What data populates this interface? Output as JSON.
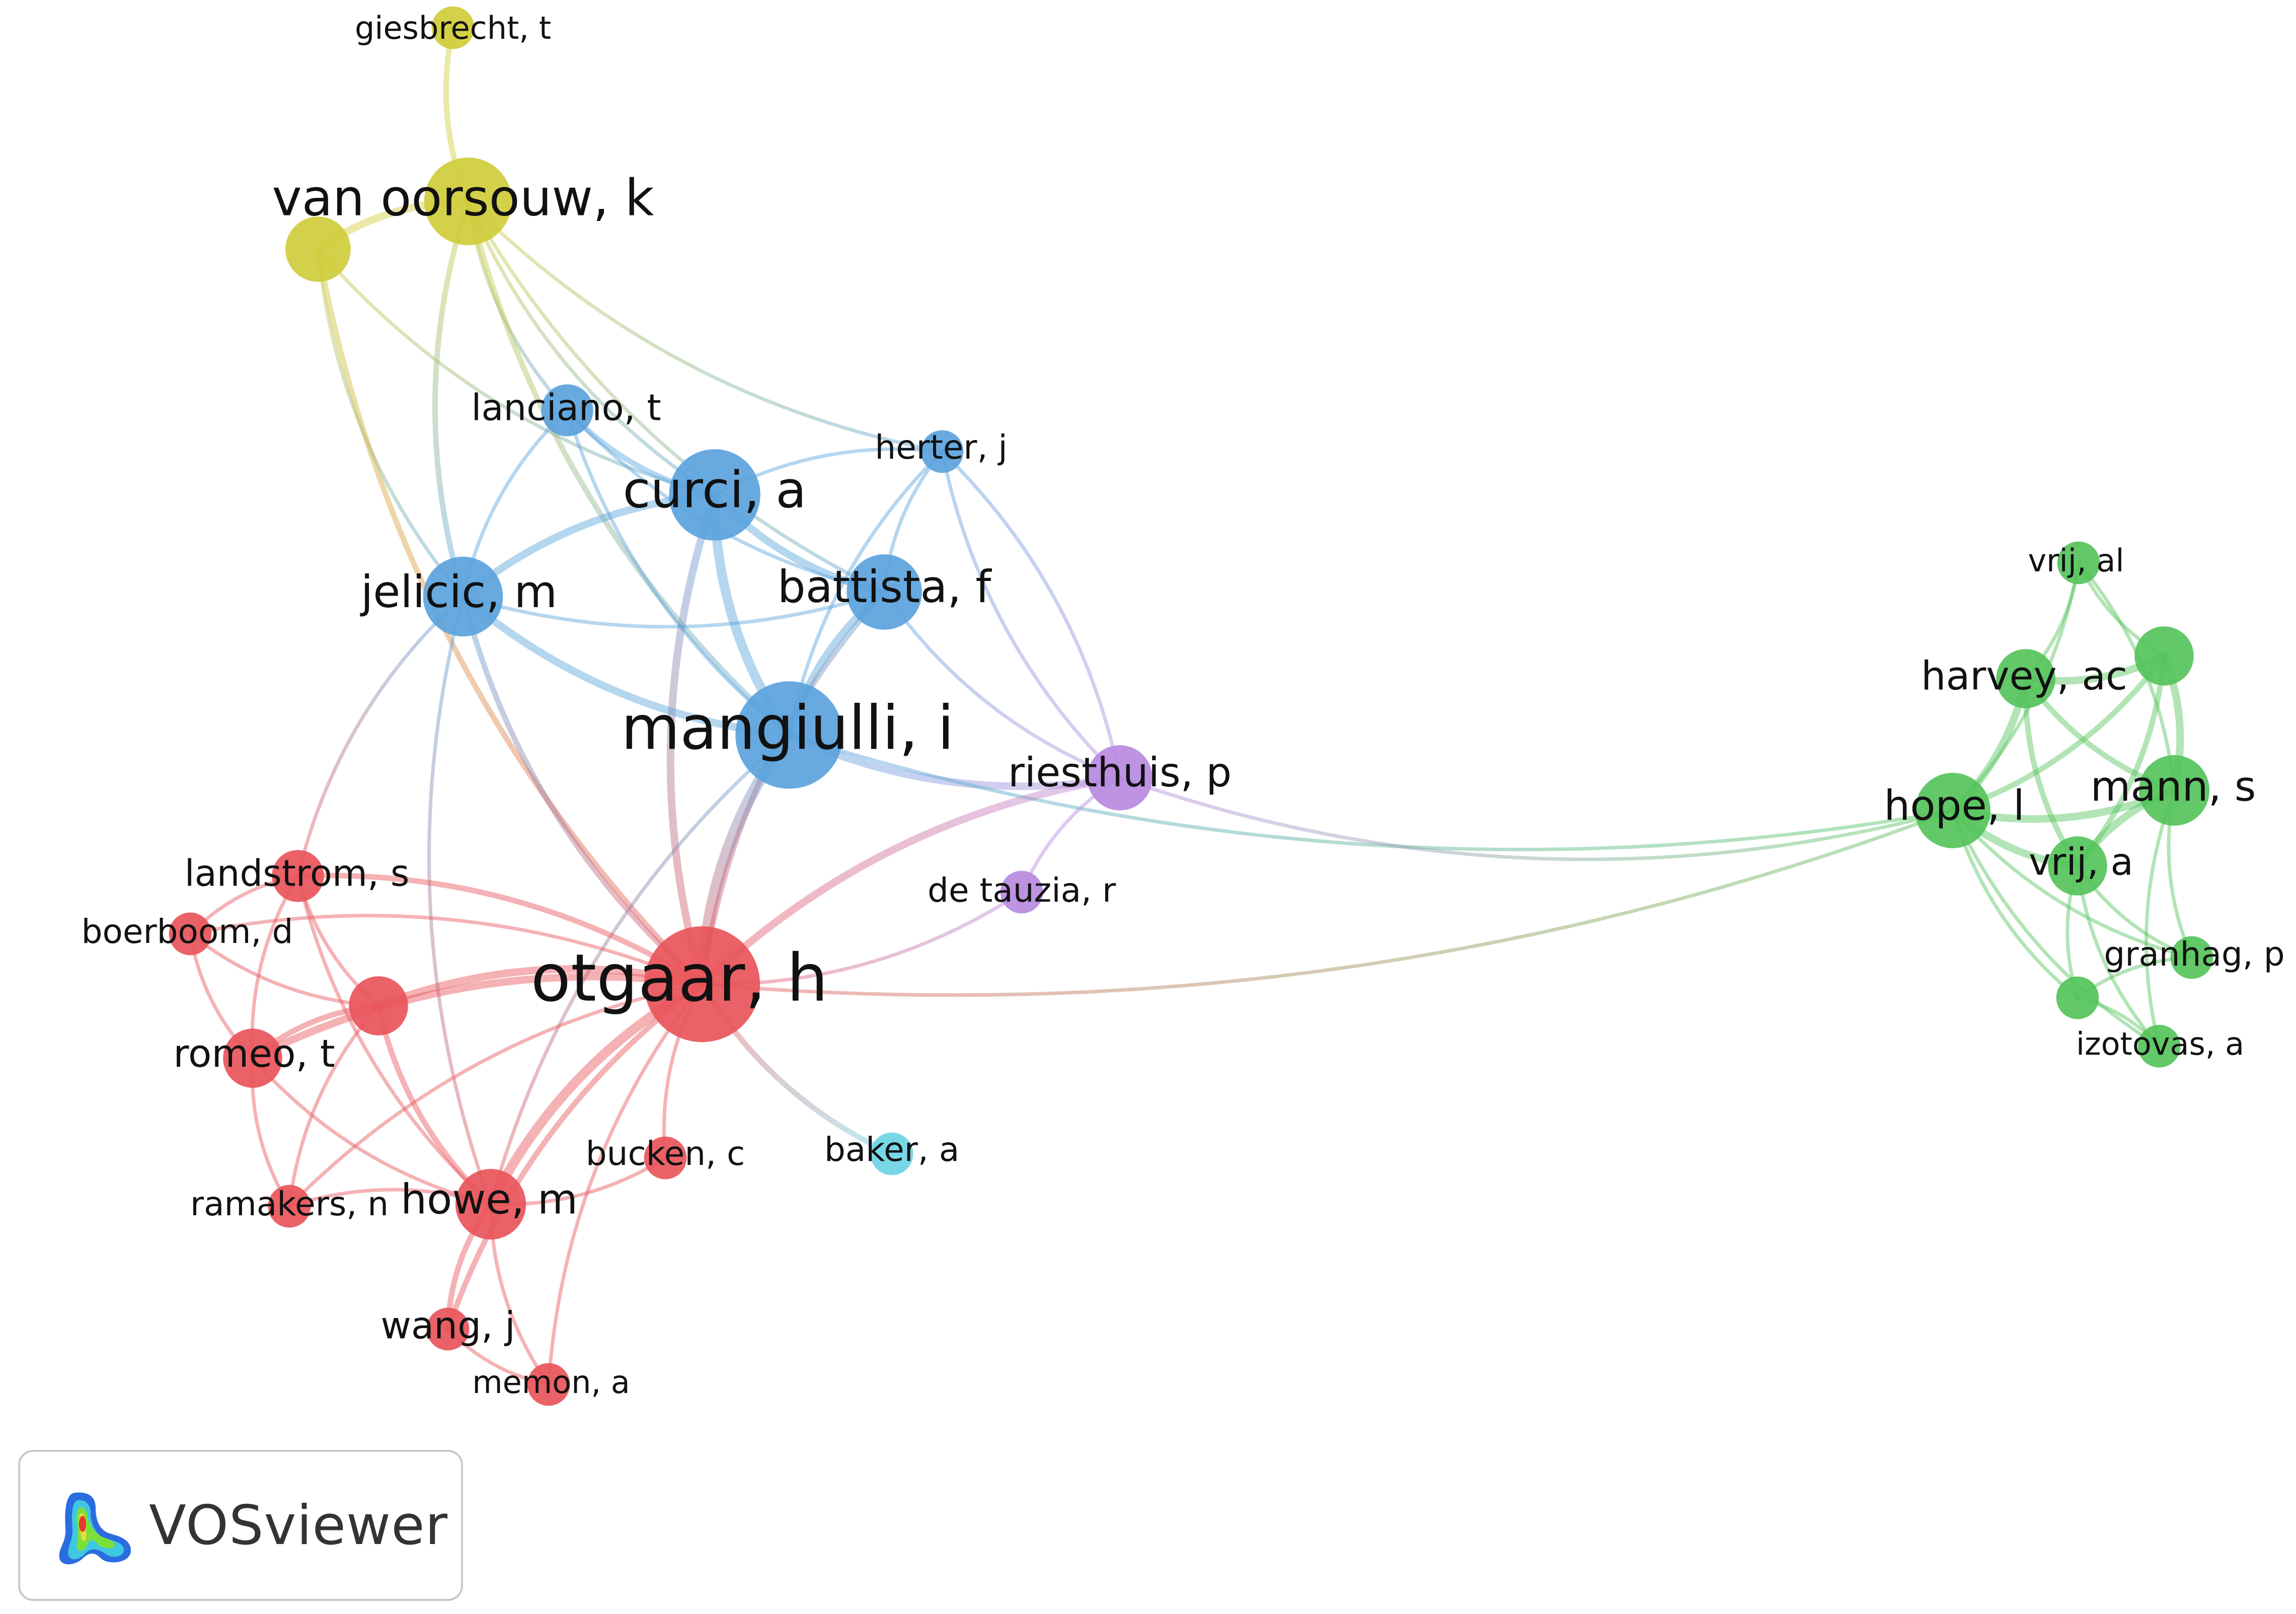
{
  "software_logo": {
    "text": "VOSviewer"
  },
  "cluster_colors": {
    "red": "#e8555a",
    "blue": "#5ba3dc",
    "yellow": "#cfcc39",
    "green": "#55c35b",
    "purple": "#b88ae0",
    "cyan": "#6cd4e4"
  },
  "nodes": [
    {
      "id": "giesbrecht",
      "label": "giesbrecht, t",
      "cluster": "yellow",
      "weight": 1
    },
    {
      "id": "van_oorsouw",
      "label": "van oorsouw, k",
      "cluster": "yellow",
      "weight": 9
    },
    {
      "id": "yellow_unlabeled",
      "label": "",
      "cluster": "yellow",
      "weight": 4
    },
    {
      "id": "lanciano",
      "label": "lanciano, t",
      "cluster": "blue",
      "weight": 2
    },
    {
      "id": "herter",
      "label": "herter, j",
      "cluster": "blue",
      "weight": 1
    },
    {
      "id": "curci",
      "label": "curci, a",
      "cluster": "blue",
      "weight": 10
    },
    {
      "id": "jelicic",
      "label": "jelicic, m",
      "cluster": "blue",
      "weight": 7
    },
    {
      "id": "battista",
      "label": "battista, f",
      "cluster": "blue",
      "weight": 6
    },
    {
      "id": "mangiulli",
      "label": "mangiulli, i",
      "cluster": "blue",
      "weight": 15
    },
    {
      "id": "riesthuis",
      "label": "riesthuis, p",
      "cluster": "purple",
      "weight": 4
    },
    {
      "id": "de_tauzia",
      "label": "de tauzia, r",
      "cluster": "purple",
      "weight": 1
    },
    {
      "id": "otgaar",
      "label": "otgaar, h",
      "cluster": "red",
      "weight": 18
    },
    {
      "id": "landstrom",
      "label": "landstrom, s",
      "cluster": "red",
      "weight": 2
    },
    {
      "id": "boerboom",
      "label": "boerboom, d",
      "cluster": "red",
      "weight": 1
    },
    {
      "id": "red_unlabeled",
      "label": "",
      "cluster": "red",
      "weight": 3
    },
    {
      "id": "romeo",
      "label": "romeo, t",
      "cluster": "red",
      "weight": 3
    },
    {
      "id": "bucken",
      "label": "bucken, c",
      "cluster": "red",
      "weight": 1
    },
    {
      "id": "baker",
      "label": "baker, a",
      "cluster": "cyan",
      "weight": 1
    },
    {
      "id": "ramakers",
      "label": "ramakers, n",
      "cluster": "red",
      "weight": 1
    },
    {
      "id": "howe",
      "label": "howe, m",
      "cluster": "red",
      "weight": 5
    },
    {
      "id": "wang",
      "label": "wang, j",
      "cluster": "red",
      "weight": 1
    },
    {
      "id": "memon",
      "label": "memon, a",
      "cluster": "red",
      "weight": 1
    },
    {
      "id": "vrij_al",
      "label": "vrij, al",
      "cluster": "green",
      "weight": 1
    },
    {
      "id": "green_unlabeled_top",
      "label": "",
      "cluster": "green",
      "weight": 3
    },
    {
      "id": "harvey",
      "label": "harvey, ac",
      "cluster": "green",
      "weight": 3
    },
    {
      "id": "hope",
      "label": "hope, l",
      "cluster": "green",
      "weight": 6
    },
    {
      "id": "mann",
      "label": "mann, s",
      "cluster": "green",
      "weight": 5
    },
    {
      "id": "vrij_a",
      "label": "vrij, a",
      "cluster": "green",
      "weight": 3
    },
    {
      "id": "granhag",
      "label": "granhag, p",
      "cluster": "green",
      "weight": 1
    },
    {
      "id": "green_unlabeled_small",
      "label": "",
      "cluster": "green",
      "weight": 1
    },
    {
      "id": "izotovas",
      "label": "izotovas, a",
      "cluster": "green",
      "weight": 1
    }
  ],
  "links": [
    {
      "source": "giesbrecht",
      "target": "van_oorsouw",
      "strength": 2
    },
    {
      "source": "van_oorsouw",
      "target": "yellow_unlabeled",
      "strength": 3
    },
    {
      "source": "van_oorsouw",
      "target": "lanciano",
      "strength": 1
    },
    {
      "source": "van_oorsouw",
      "target": "curci",
      "strength": 1
    },
    {
      "source": "van_oorsouw",
      "target": "jelicic",
      "strength": 2
    },
    {
      "source": "van_oorsouw",
      "target": "mangiulli",
      "strength": 2
    },
    {
      "source": "van_oorsouw",
      "target": "battista",
      "strength": 1
    },
    {
      "source": "van_oorsouw",
      "target": "herter",
      "strength": 1
    },
    {
      "source": "yellow_unlabeled",
      "target": "jelicic",
      "strength": 1
    },
    {
      "source": "yellow_unlabeled",
      "target": "otgaar",
      "strength": 2
    },
    {
      "source": "yellow_unlabeled",
      "target": "curci",
      "strength": 1
    },
    {
      "source": "lanciano",
      "target": "curci",
      "strength": 2
    },
    {
      "source": "lanciano",
      "target": "mangiulli",
      "strength": 1
    },
    {
      "source": "lanciano",
      "target": "jelicic",
      "strength": 1
    },
    {
      "source": "lanciano",
      "target": "battista",
      "strength": 1
    },
    {
      "source": "herter",
      "target": "curci",
      "strength": 1
    },
    {
      "source": "herter",
      "target": "mangiulli",
      "strength": 1
    },
    {
      "source": "herter",
      "target": "battista",
      "strength": 1
    },
    {
      "source": "herter",
      "target": "riesthuis",
      "strength": 1
    },
    {
      "source": "curci",
      "target": "mangiulli",
      "strength": 4
    },
    {
      "source": "curci",
      "target": "jelicic",
      "strength": 3
    },
    {
      "source": "curci",
      "target": "battista",
      "strength": 3
    },
    {
      "source": "curci",
      "target": "otgaar",
      "strength": 3
    },
    {
      "source": "jelicic",
      "target": "mangiulli",
      "strength": 3
    },
    {
      "source": "jelicic",
      "target": "otgaar",
      "strength": 2
    },
    {
      "source": "jelicic",
      "target": "battista",
      "strength": 1
    },
    {
      "source": "jelicic",
      "target": "landstrom",
      "strength": 1
    },
    {
      "source": "jelicic",
      "target": "howe",
      "strength": 1
    },
    {
      "source": "battista",
      "target": "mangiulli",
      "strength": 3
    },
    {
      "source": "battista",
      "target": "otgaar",
      "strength": 2
    },
    {
      "source": "battista",
      "target": "riesthuis",
      "strength": 1
    },
    {
      "source": "mangiulli",
      "target": "otgaar",
      "strength": 5
    },
    {
      "source": "mangiulli",
      "target": "riesthuis",
      "strength": 3
    },
    {
      "source": "mangiulli",
      "target": "hope",
      "strength": 1
    },
    {
      "source": "mangiulli",
      "target": "howe",
      "strength": 1
    },
    {
      "source": "riesthuis",
      "target": "otgaar",
      "strength": 3
    },
    {
      "source": "riesthuis",
      "target": "de_tauzia",
      "strength": 1
    },
    {
      "source": "riesthuis",
      "target": "hope",
      "strength": 1
    },
    {
      "source": "riesthuis",
      "target": "herter",
      "strength": 1
    },
    {
      "source": "otgaar",
      "target": "hope",
      "strength": 1
    },
    {
      "source": "otgaar",
      "target": "de_tauzia",
      "strength": 1
    },
    {
      "source": "otgaar",
      "target": "landstrom",
      "strength": 2
    },
    {
      "source": "otgaar",
      "target": "boerboom",
      "strength": 1
    },
    {
      "source": "otgaar",
      "target": "red_unlabeled",
      "strength": 3
    },
    {
      "source": "otgaar",
      "target": "romeo",
      "strength": 3
    },
    {
      "source": "otgaar",
      "target": "bucken",
      "strength": 1
    },
    {
      "source": "otgaar",
      "target": "baker",
      "strength": 2
    },
    {
      "source": "otgaar",
      "target": "ramakers",
      "strength": 1
    },
    {
      "source": "otgaar",
      "target": "howe",
      "strength": 4
    },
    {
      "source": "otgaar",
      "target": "wang",
      "strength": 2
    },
    {
      "source": "otgaar",
      "target": "memon",
      "strength": 1
    },
    {
      "source": "landstrom",
      "target": "boerboom",
      "strength": 1
    },
    {
      "source": "landstrom",
      "target": "romeo",
      "strength": 1
    },
    {
      "source": "landstrom",
      "target": "red_unlabeled",
      "strength": 1
    },
    {
      "source": "landstrom",
      "target": "howe",
      "strength": 1
    },
    {
      "source": "boerboom",
      "target": "red_unlabeled",
      "strength": 1
    },
    {
      "source": "boerboom",
      "target": "romeo",
      "strength": 1
    },
    {
      "source": "red_unlabeled",
      "target": "romeo",
      "strength": 2
    },
    {
      "source": "red_unlabeled",
      "target": "howe",
      "strength": 2
    },
    {
      "source": "red_unlabeled",
      "target": "ramakers",
      "strength": 1
    },
    {
      "source": "romeo",
      "target": "howe",
      "strength": 1
    },
    {
      "source": "romeo",
      "target": "ramakers",
      "strength": 1
    },
    {
      "source": "howe",
      "target": "wang",
      "strength": 2
    },
    {
      "source": "howe",
      "target": "memon",
      "strength": 1
    },
    {
      "source": "howe",
      "target": "bucken",
      "strength": 1
    },
    {
      "source": "howe",
      "target": "ramakers",
      "strength": 1
    },
    {
      "source": "wang",
      "target": "memon",
      "strength": 1
    },
    {
      "source": "hope",
      "target": "harvey",
      "strength": 3
    },
    {
      "source": "hope",
      "target": "mann",
      "strength": 3
    },
    {
      "source": "hope",
      "target": "vrij_a",
      "strength": 3
    },
    {
      "source": "hope",
      "target": "green_unlabeled_top",
      "strength": 2
    },
    {
      "source": "hope",
      "target": "vrij_al",
      "strength": 1
    },
    {
      "source": "hope",
      "target": "granhag",
      "strength": 1
    },
    {
      "source": "hope",
      "target": "izotovas",
      "strength": 1
    },
    {
      "source": "hope",
      "target": "green_unlabeled_small",
      "strength": 1
    },
    {
      "source": "harvey",
      "target": "green_unlabeled_top",
      "strength": 3
    },
    {
      "source": "harvey",
      "target": "mann",
      "strength": 2
    },
    {
      "source": "harvey",
      "target": "vrij_a",
      "strength": 2
    },
    {
      "source": "harvey",
      "target": "vrij_al",
      "strength": 1
    },
    {
      "source": "mann",
      "target": "green_unlabeled_top",
      "strength": 3
    },
    {
      "source": "mann",
      "target": "vrij_a",
      "strength": 3
    },
    {
      "source": "mann",
      "target": "granhag",
      "strength": 1
    },
    {
      "source": "mann",
      "target": "izotovas",
      "strength": 1
    },
    {
      "source": "mann",
      "target": "vrij_al",
      "strength": 1
    },
    {
      "source": "vrij_a",
      "target": "green_unlabeled_top",
      "strength": 2
    },
    {
      "source": "vrij_a",
      "target": "granhag",
      "strength": 1
    },
    {
      "source": "vrij_a",
      "target": "izotovas",
      "strength": 1
    },
    {
      "source": "vrij_a",
      "target": "green_unlabeled_small",
      "strength": 1
    },
    {
      "source": "vrij_al",
      "target": "green_unlabeled_top",
      "strength": 1
    },
    {
      "source": "granhag",
      "target": "green_unlabeled_small",
      "strength": 1
    },
    {
      "source": "izotovas",
      "target": "green_unlabeled_small",
      "strength": 1
    }
  ]
}
